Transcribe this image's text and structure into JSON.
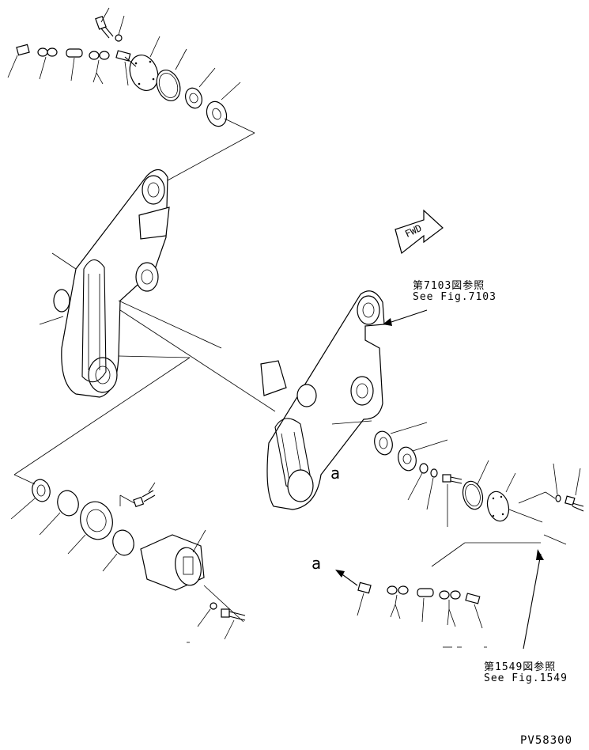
{
  "references": {
    "fig7103_jp": "第7103図参照",
    "fig7103_en": "See Fig.7103",
    "fig1549_jp": "第1549図参照",
    "fig1549_en": "See Fig.1549"
  },
  "direction_arrow": {
    "label": "FWD"
  },
  "markers": {
    "a1": "a",
    "a2": "a"
  },
  "drawing_number": "PV58300"
}
